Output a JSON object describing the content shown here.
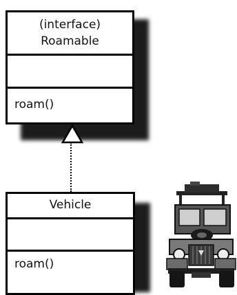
{
  "diagram": {
    "interface_box": {
      "stereotype": "(interface)",
      "name": "Roamable",
      "methods": [
        "roam()"
      ]
    },
    "class_box": {
      "name": "Vehicle",
      "methods": [
        "roam()"
      ]
    },
    "relationship": "realization",
    "image": "vehicle-photo"
  }
}
